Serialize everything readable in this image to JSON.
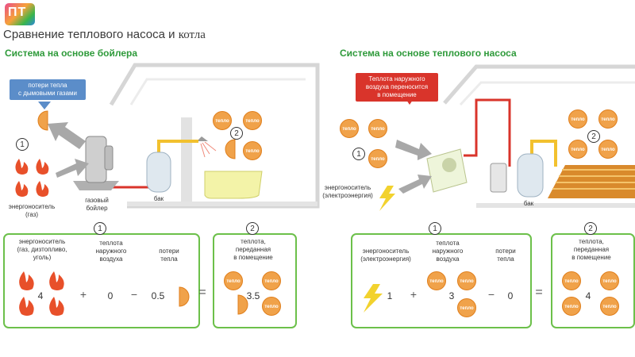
{
  "logo": {
    "text": "ПТ"
  },
  "title": {
    "main": "Сравнение теплового насоса и",
    "tail": "котла"
  },
  "left": {
    "heading": "Система на основе бойлера",
    "callout": "потери тепла\nс дымовыми газами",
    "energy_label": "энергоноситель\n(газ)",
    "boiler_label": "газовый\nбойлер",
    "tank_label": "бак",
    "formula": {
      "energy_label": "энергоноситель\n(газ, дизтопливо,\nуголь)",
      "outdoor_label": "теплота\nнаружного\nвоздуха",
      "loss_label": "потери\nтепла",
      "result_label": "теплота,\nпереданная\nв помещение",
      "energy_value": "4",
      "outdoor_value": "0",
      "loss_value": "0.5",
      "result_value": "3.5",
      "plus": "+",
      "minus": "−",
      "equals": "="
    }
  },
  "right": {
    "heading": "Система на основе теплового насоса",
    "callout": "Теплота наружного\nвоздуха переносится\nв помещение",
    "energy_label": "энергоноситель\n(электроэнергия)",
    "tank_label": "бак",
    "formula": {
      "energy_label": "энергоноситель\n(электроэнергия)",
      "outdoor_label": "теплота\nнаружного\nвоздуха",
      "loss_label": "потери\nтепла",
      "result_label": "теплота,\nпереданная\nв помещение",
      "energy_value": "1",
      "outdoor_value": "3",
      "loss_value": "0",
      "result_value": "4",
      "plus": "+",
      "minus": "−",
      "equals": "="
    }
  },
  "markers": {
    "one": "1",
    "two": "2"
  },
  "token_label": "тепло",
  "colors": {
    "green": "#6cc04a",
    "heading_green": "#2e9a3a",
    "token": "#f0a24a",
    "flame": "#e8502a",
    "callout_blue": "#5b8dc9",
    "callout_red": "#d9342b",
    "pipe_yellow": "#f2c12e",
    "pipe_red": "#d9342b"
  }
}
